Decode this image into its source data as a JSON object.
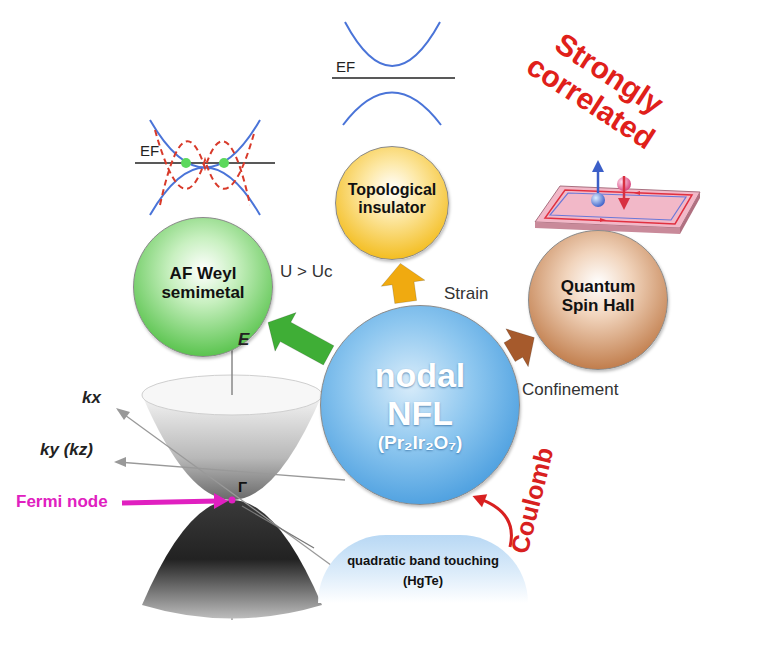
{
  "diagram": {
    "nodes": [
      {
        "text": [
          "Strongly correlated"
        ]
      },
      {
        "text": [
          "AF Weyl semimetal"
        ],
        "in": 0
      },
      {
        "text": [
          "Topological insulator"
        ],
        "in": 0
      },
      {
        "text": [
          "Quantum Spin Hall"
        ],
        "in": 0
      },
      {
        "text": [
          "nodal NFL",
          "(Pr₂Ir₂O₇)"
        ],
        "in": 0
      },
      {
        "text": [
          "quadratic band touching (HgTe)"
        ]
      }
    ],
    "edges": [
      {
        "from": 4,
        "to": 1,
        "arrow": "to",
        "label": "U > Uc"
      },
      {
        "from": 4,
        "to": 2,
        "arrow": "to",
        "label": "Strain"
      },
      {
        "from": 4,
        "to": 3,
        "arrow": "to",
        "label": "Confinement"
      },
      {
        "from": 5,
        "to": 4,
        "arrow": "to",
        "label": "Coulomb"
      }
    ],
    "labels": [
      "EF",
      "EF",
      "E",
      "kx",
      "ky (kz)",
      "Γ",
      "Fermi node"
    ]
  }
}
